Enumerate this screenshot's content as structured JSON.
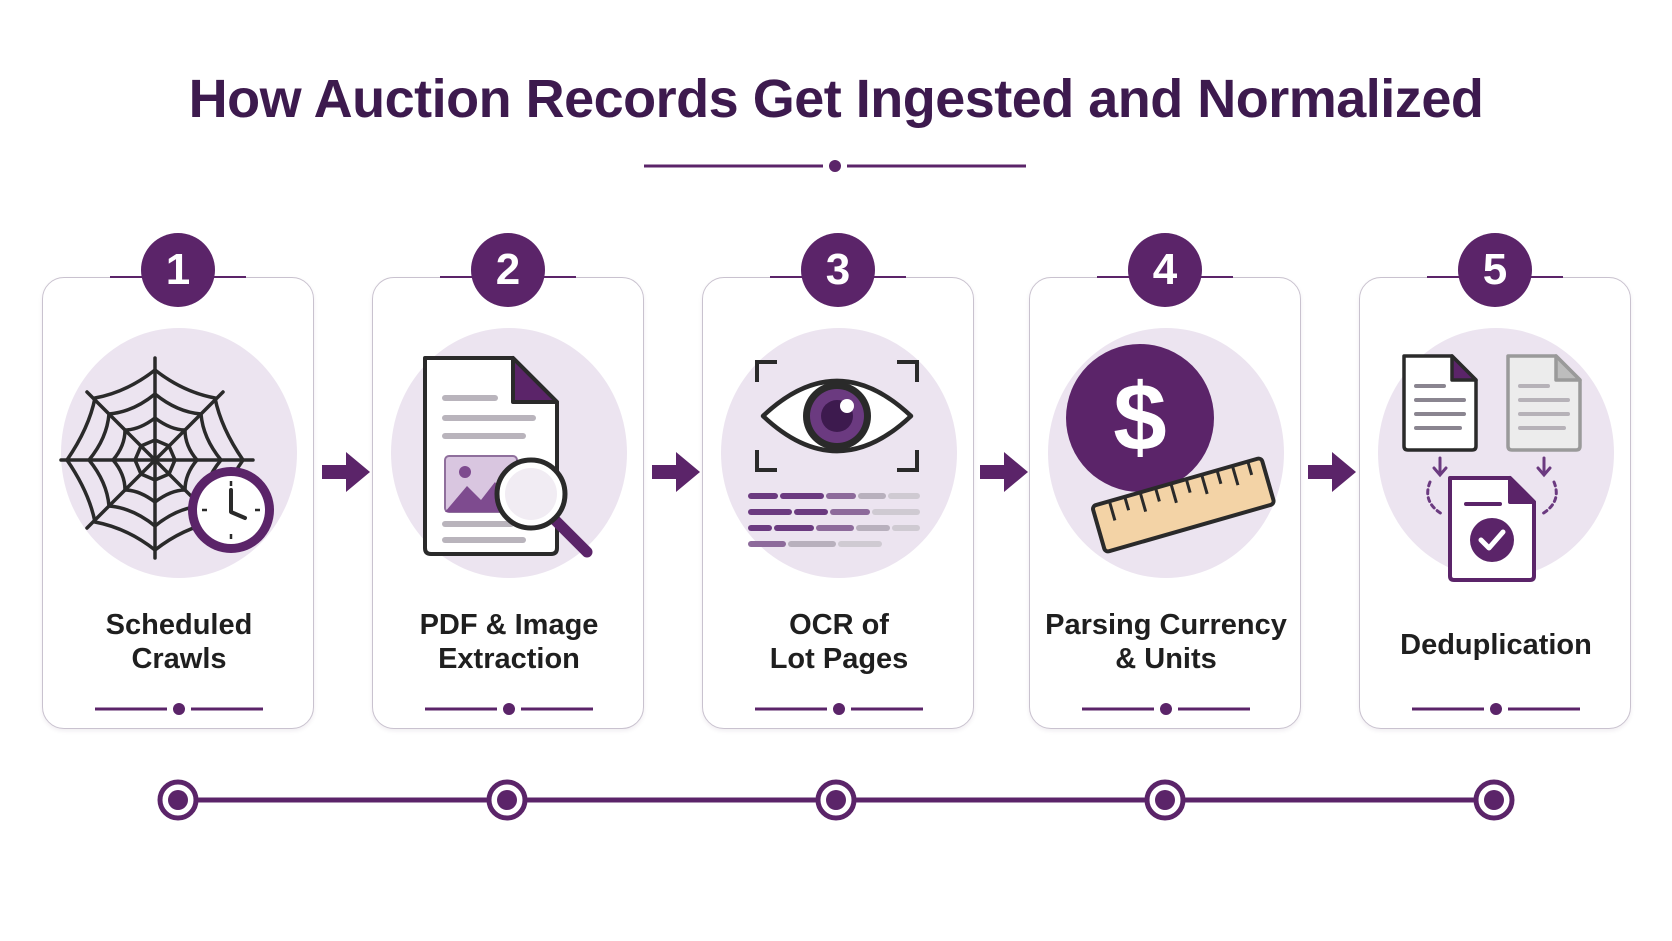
{
  "title": "How Auction Records Get Ingested and Normalized",
  "colors": {
    "accent": "#5b2469",
    "title": "#3d1a4e",
    "blob": "#ece4f0",
    "card_border": "#c9c2cf",
    "ruler": "#f3d3a6"
  },
  "steps": [
    {
      "number": "1",
      "line1": "Scheduled",
      "line2": "Crawls",
      "icon": "spider-web-clock-icon"
    },
    {
      "number": "2",
      "line1": "PDF & Image",
      "line2": "Extraction",
      "icon": "document-magnifier-icon"
    },
    {
      "number": "3",
      "line1": "OCR of",
      "line2": "Lot Pages",
      "icon": "eye-scan-icon"
    },
    {
      "number": "4",
      "line1": "Parsing Currency",
      "line2": "& Units",
      "icon": "dollar-ruler-icon"
    },
    {
      "number": "5",
      "line1": "Deduplication",
      "line2": "",
      "icon": "documents-merge-check-icon"
    }
  ]
}
